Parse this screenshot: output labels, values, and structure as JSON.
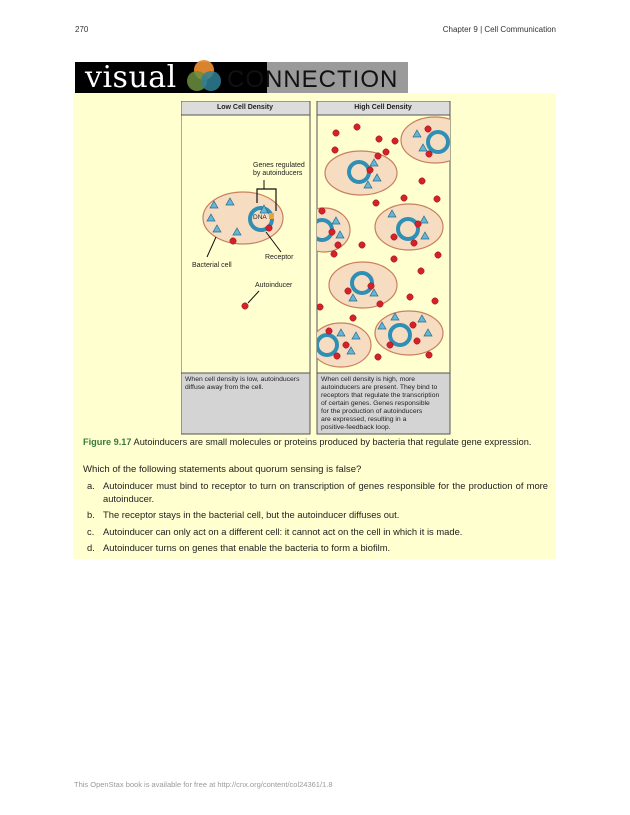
{
  "header": {
    "page_number": "270",
    "chapter": "Chapter 9 | Cell Communication"
  },
  "banner": {
    "word1": "visual",
    "word2": "CONNECTION"
  },
  "figure": {
    "panel_low_title": "Low Cell Density",
    "panel_high_title": "High Cell Density",
    "label_genes": [
      "Genes regulated",
      "by autoinducers"
    ],
    "label_dna": "DNA",
    "label_receptor": "Receptor",
    "label_bacterial_cell": "Bacterial cell",
    "label_autoinducer": "Autoinducer",
    "low_caption": [
      "When cell density is low, autoinducers",
      "diffuse away from the cell."
    ],
    "high_caption": [
      "When cell density is high, more",
      "autoinducers are present. They bind to",
      "receptors that regulate the transcription",
      "of certain genes. Genes responsible",
      "for the production of autoinducers",
      "are expressed, resulting in a",
      "positive-feedback loop."
    ]
  },
  "caption": {
    "figure_number": "Figure 9.17",
    "text": " Autoinducers are small molecules or proteins produced by bacteria that regulate gene expression."
  },
  "question": "Which of the following statements about quorum sensing is false?",
  "options": [
    {
      "letter": "a.",
      "text": "Autoinducer must bind to receptor to turn on transcription of genes responsible for the production of more autoinducer."
    },
    {
      "letter": "b.",
      "text": "The receptor stays in the bacterial cell, but the autoinducer diffuses out."
    },
    {
      "letter": "c.",
      "text": "Autoinducer can only act on a different cell: it cannot act on the cell in which it is made."
    },
    {
      "letter": "d.",
      "text": "Autoinducer turns on genes that enable the bacteria to form a biofilm."
    }
  ],
  "footer": "This OpenStax book is available for free at http://cnx.org/content/col24361/1.8",
  "colors": {
    "panel_bg": "#ffffcf",
    "cell_fill": "#f6ddc1",
    "cell_stroke": "#c9805e",
    "dna": "#2f8fb4",
    "autoinducer": "#d6202a",
    "receptor": "#64b6d8",
    "figure_number": "#3b7a3f"
  }
}
